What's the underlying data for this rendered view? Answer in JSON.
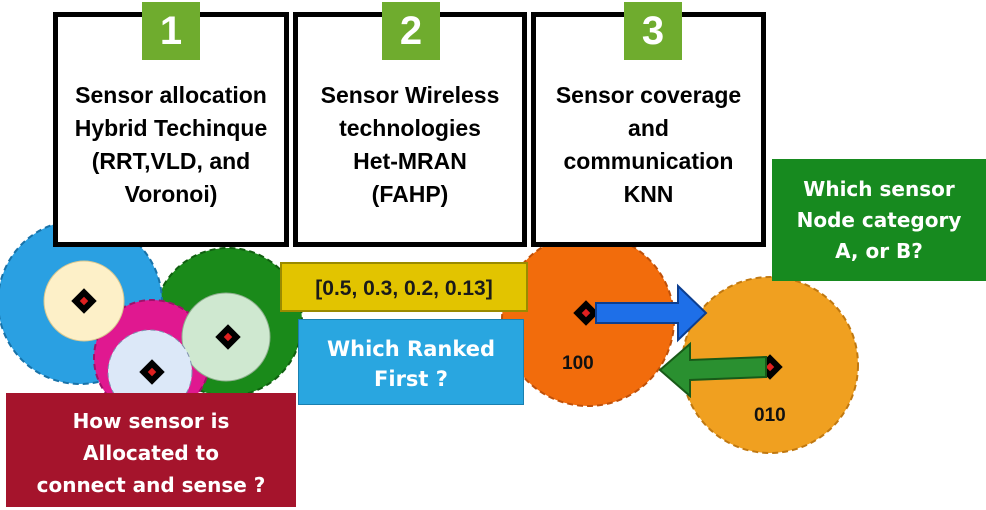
{
  "steps": [
    {
      "number": "1",
      "text": "Sensor allocation\nHybrid Techinque\n(RRT,VLD, and\nVoronoi)"
    },
    {
      "number": "2",
      "text": "Sensor Wireless\ntechnologies\nHet-MRAN\n(FAHP)"
    },
    {
      "number": "3",
      "text": "Sensor coverage\nand\ncommunication\nKNN"
    }
  ],
  "weights_label": "[0.5, 0.3, 0.2, 0.13]",
  "ranked_question": "Which Ranked\nFirst ?",
  "allocation_question": "How sensor is\nAllocated to\nconnect and sense ?",
  "category_question": "Which sensor\nNode category\nA, or B?",
  "node_labels": {
    "orange_node": "100",
    "amber_node": "010"
  },
  "colors": {
    "step_number_bg": "#6fac2e",
    "weights_bg": "#e2c400",
    "ranked_bg": "#29a6e0",
    "allocation_bg": "#a5142c",
    "category_bg": "#178a1f",
    "orange_node": "#f26c0c",
    "amber_node": "#f0a020"
  }
}
